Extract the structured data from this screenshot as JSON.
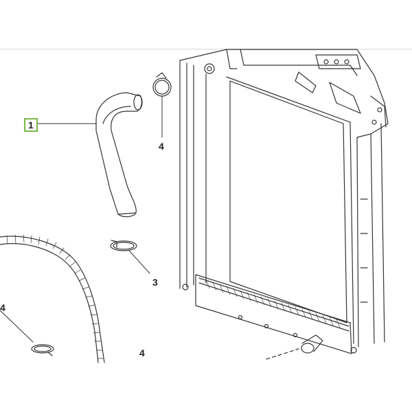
{
  "callouts": {
    "hose": "1",
    "clamp_upper": "4",
    "clamp_middle": "3",
    "clamp_lower_left": "4",
    "clamp_bottom": "4"
  },
  "colors": {
    "line": "#333333",
    "highlight_box": "#7ab648"
  }
}
